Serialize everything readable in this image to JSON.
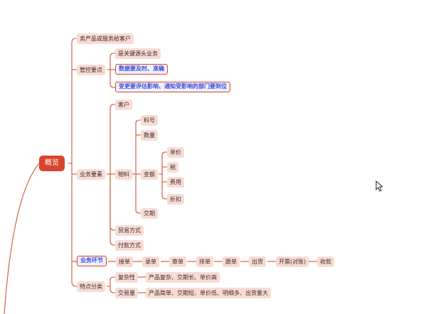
{
  "root": "概览",
  "branches": {
    "sell": "卖产品或服务给客户",
    "control": {
      "label": "管控要点",
      "items": [
        "是关键源头业务",
        "数据要及时、准确",
        "变更要评估影响、通知受影响的部门要到位"
      ]
    },
    "elements": {
      "label": "业务要素",
      "customer": "客户",
      "material": {
        "label": "物料",
        "part_no": "料号",
        "qty": "数量",
        "amount": {
          "label": "金额",
          "items": [
            "单价",
            "税",
            "费用",
            "折扣"
          ]
        },
        "delivery": "交期"
      },
      "trade": "贸易方式",
      "payment": "付款方式"
    },
    "flow": {
      "label": "业务环节",
      "steps": [
        "接单",
        "录单",
        "审单",
        "排单",
        "跟单",
        "出货",
        "开票(对账)",
        "收款"
      ]
    },
    "traits": {
      "label": "特点分类",
      "complex": {
        "label": "复杂性",
        "desc": "产品复杂、交期长、单价高"
      },
      "trade_heavy": {
        "label": "交易量",
        "desc": "产品简单、交期短、单价低、明细多、出货量大"
      }
    }
  },
  "colors": {
    "line": "#c9573d",
    "root": "#d9442c",
    "node_bg": "#f7dcd4",
    "highlight_text": "#3b4fd8"
  },
  "icons": {
    "cursor": "mouse-pointer-icon"
  }
}
